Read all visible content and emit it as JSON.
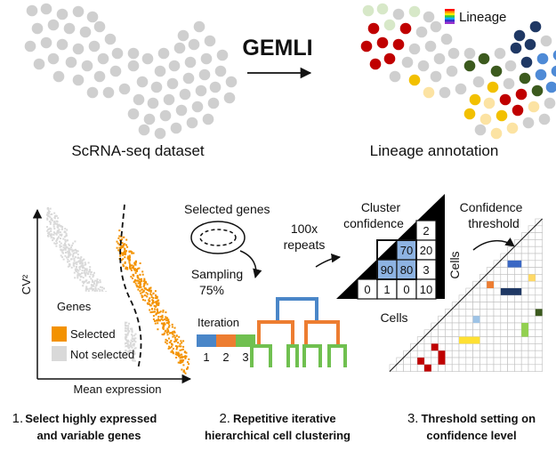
{
  "top": {
    "method_name": "GEMLI",
    "input_label": "ScRNA-seq dataset",
    "output_label": "Lineage annotation",
    "legend_label": "Lineage",
    "lineage_colors": [
      "#c00000",
      "#d7e8c8",
      "#f2c000",
      "#fce3a3",
      "#3c5a1e",
      "#1f3864",
      "#4e8ad6"
    ]
  },
  "panel1": {
    "y_axis_label": "CV²",
    "x_axis_label": "Mean expression",
    "legend_title": "Genes",
    "legend_selected": "Selected",
    "legend_not_selected": "Not selected",
    "selected_color": "#f39200",
    "not_selected_color": "#d9d9d9",
    "caption_line1": "Select highly expressed",
    "caption_line2": "and variable genes",
    "caption_number": "1."
  },
  "panel2": {
    "selected_genes_label": "Selected genes",
    "sampling_line1": "Sampling",
    "sampling_line2": "75%",
    "repeats_line1": "100x",
    "repeats_line2": "repeats",
    "iteration_label": "Iteration",
    "iteration_numbers": [
      "1",
      "2",
      "3"
    ],
    "iteration_colors": [
      "#4a86c8",
      "#ed7d31",
      "#70c050"
    ],
    "caption_line1": "Repetitive iterative",
    "caption_line2": "hierarchical cell clustering",
    "caption_number": "2."
  },
  "panel3": {
    "cluster_line1": "Cluster",
    "cluster_line2": "confidence",
    "threshold_line1": "Confidence",
    "threshold_line2": "threshold",
    "cells_row_label": "Cells",
    "cells_col_label": "Cells",
    "matrix_values": [
      "2",
      "70",
      "20",
      "90",
      "80",
      "3",
      "0",
      "1",
      "0",
      "10"
    ],
    "highlight_color": "#8db3e2",
    "caption_line1": "Threshold setting on",
    "caption_line2": "confidence level",
    "caption_number": "3."
  }
}
